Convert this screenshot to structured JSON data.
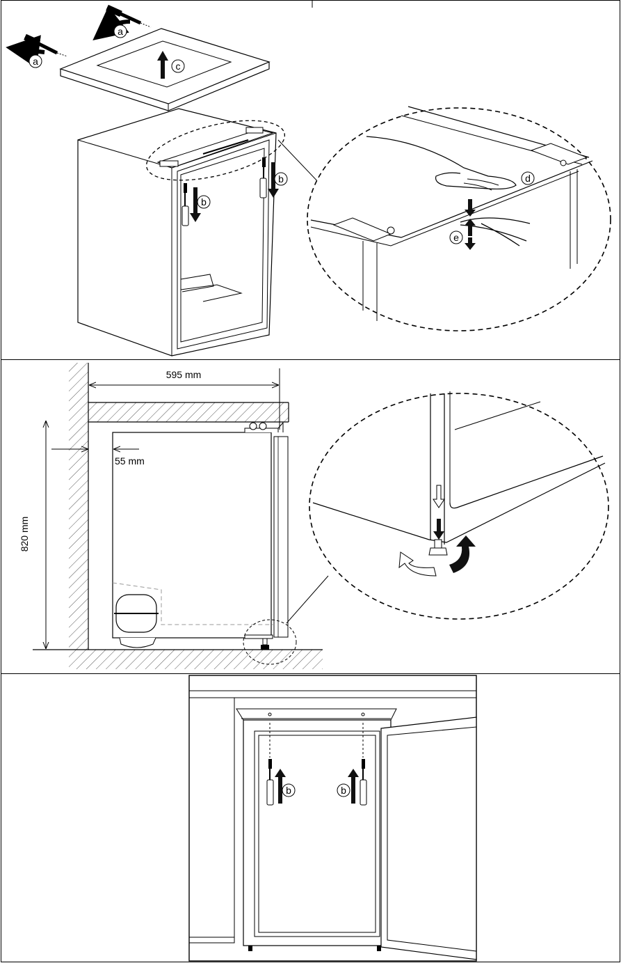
{
  "labels": {
    "a": "a",
    "b": "b",
    "c": "c",
    "d": "d",
    "e": "e"
  },
  "dimensions": {
    "width": "595 mm",
    "gap": "55 mm",
    "height": "820 mm"
  }
}
